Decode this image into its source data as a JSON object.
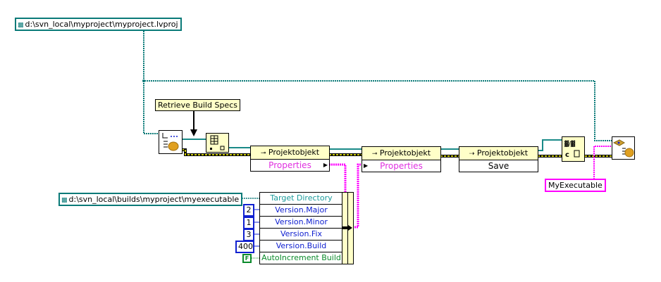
{
  "constants": {
    "project_path": "d:\\svn_local\\myproject\\myproject.lvproj",
    "target_dir_path": "d:\\svn_local\\builds\\myproject\\myexecutable",
    "build_spec_name": "MyExecutable",
    "version_major": "2",
    "version_minor": "1",
    "version_fix": "3",
    "version_build": "400",
    "auto_increment": "F"
  },
  "annotation": {
    "label": "Retrieve Build Specs"
  },
  "nodes": {
    "property_node_1": {
      "class": "Projektobjekt",
      "property": "Properties"
    },
    "property_node_2": {
      "class": "Projektobjekt",
      "property": "Properties"
    },
    "invoke_node": {
      "class": "Projektobjekt",
      "method": "Save"
    }
  },
  "bundle": {
    "fields": [
      {
        "label": "Target Directory",
        "color": "#1a9a9a"
      },
      {
        "label": "Version.Major",
        "color": "#1020d0"
      },
      {
        "label": "Version.Minor",
        "color": "#1020d0"
      },
      {
        "label": "Version.Fix",
        "color": "#1020d0"
      },
      {
        "label": "Version.Build",
        "color": "#1020d0"
      },
      {
        "label": "AutoIncrement Build",
        "color": "#0a8a2a"
      }
    ]
  },
  "colors": {
    "path_wire": "#0a7a78",
    "refnum_wire": "#1a8a88",
    "error_wire": "#8a8a00",
    "cluster_wire": "#ff00ff",
    "numeric_wire": "#1020d0",
    "bool_wire": "#0a8a2a",
    "node_header_bg": "#ffffc8"
  }
}
